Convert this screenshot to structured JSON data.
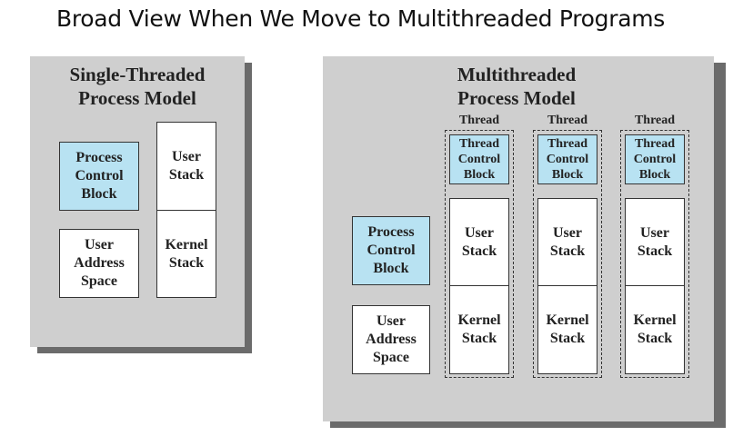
{
  "title": "Broad View When We Move to Multithreaded Programs",
  "single": {
    "title": "Single-Threaded\nProcess Model",
    "pcb": "Process\nControl\nBlock",
    "user_stack": "User\nStack",
    "user_address_space": "User\nAddress\nSpace",
    "kernel_stack": "Kernel\nStack"
  },
  "multi": {
    "title": "Multithreaded\nProcess Model",
    "pcb": "Process\nControl\nBlock",
    "user_address_space": "User\nAddress\nSpace",
    "threads": [
      {
        "label": "Thread",
        "tcb": "Thread\nControl\nBlock",
        "user_stack": "User\nStack",
        "kernel_stack": "Kernel\nStack"
      },
      {
        "label": "Thread",
        "tcb": "Thread\nControl\nBlock",
        "user_stack": "User\nStack",
        "kernel_stack": "Kernel\nStack"
      },
      {
        "label": "Thread",
        "tcb": "Thread\nControl\nBlock",
        "user_stack": "User\nStack",
        "kernel_stack": "Kernel\nStack"
      }
    ]
  },
  "colors": {
    "panel": "#cfcfcf",
    "shadow": "#6b6b6b",
    "highlight": "#b8e2f2"
  }
}
